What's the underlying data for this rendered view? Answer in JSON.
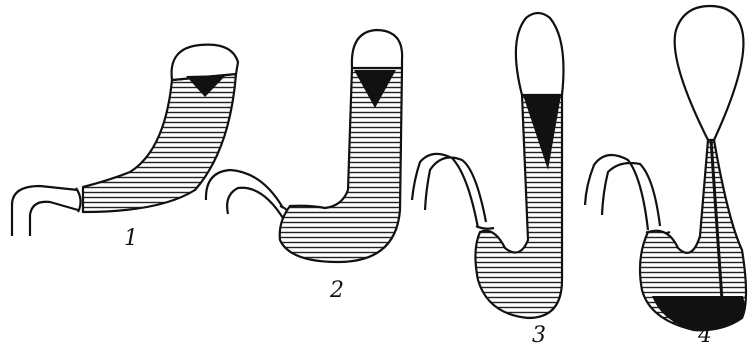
{
  "figure": {
    "labels": [
      "1",
      "2",
      "3",
      "4"
    ],
    "stroke_color": "#111111",
    "fill_color": "#ffffff",
    "hatch_color": "#222222"
  }
}
